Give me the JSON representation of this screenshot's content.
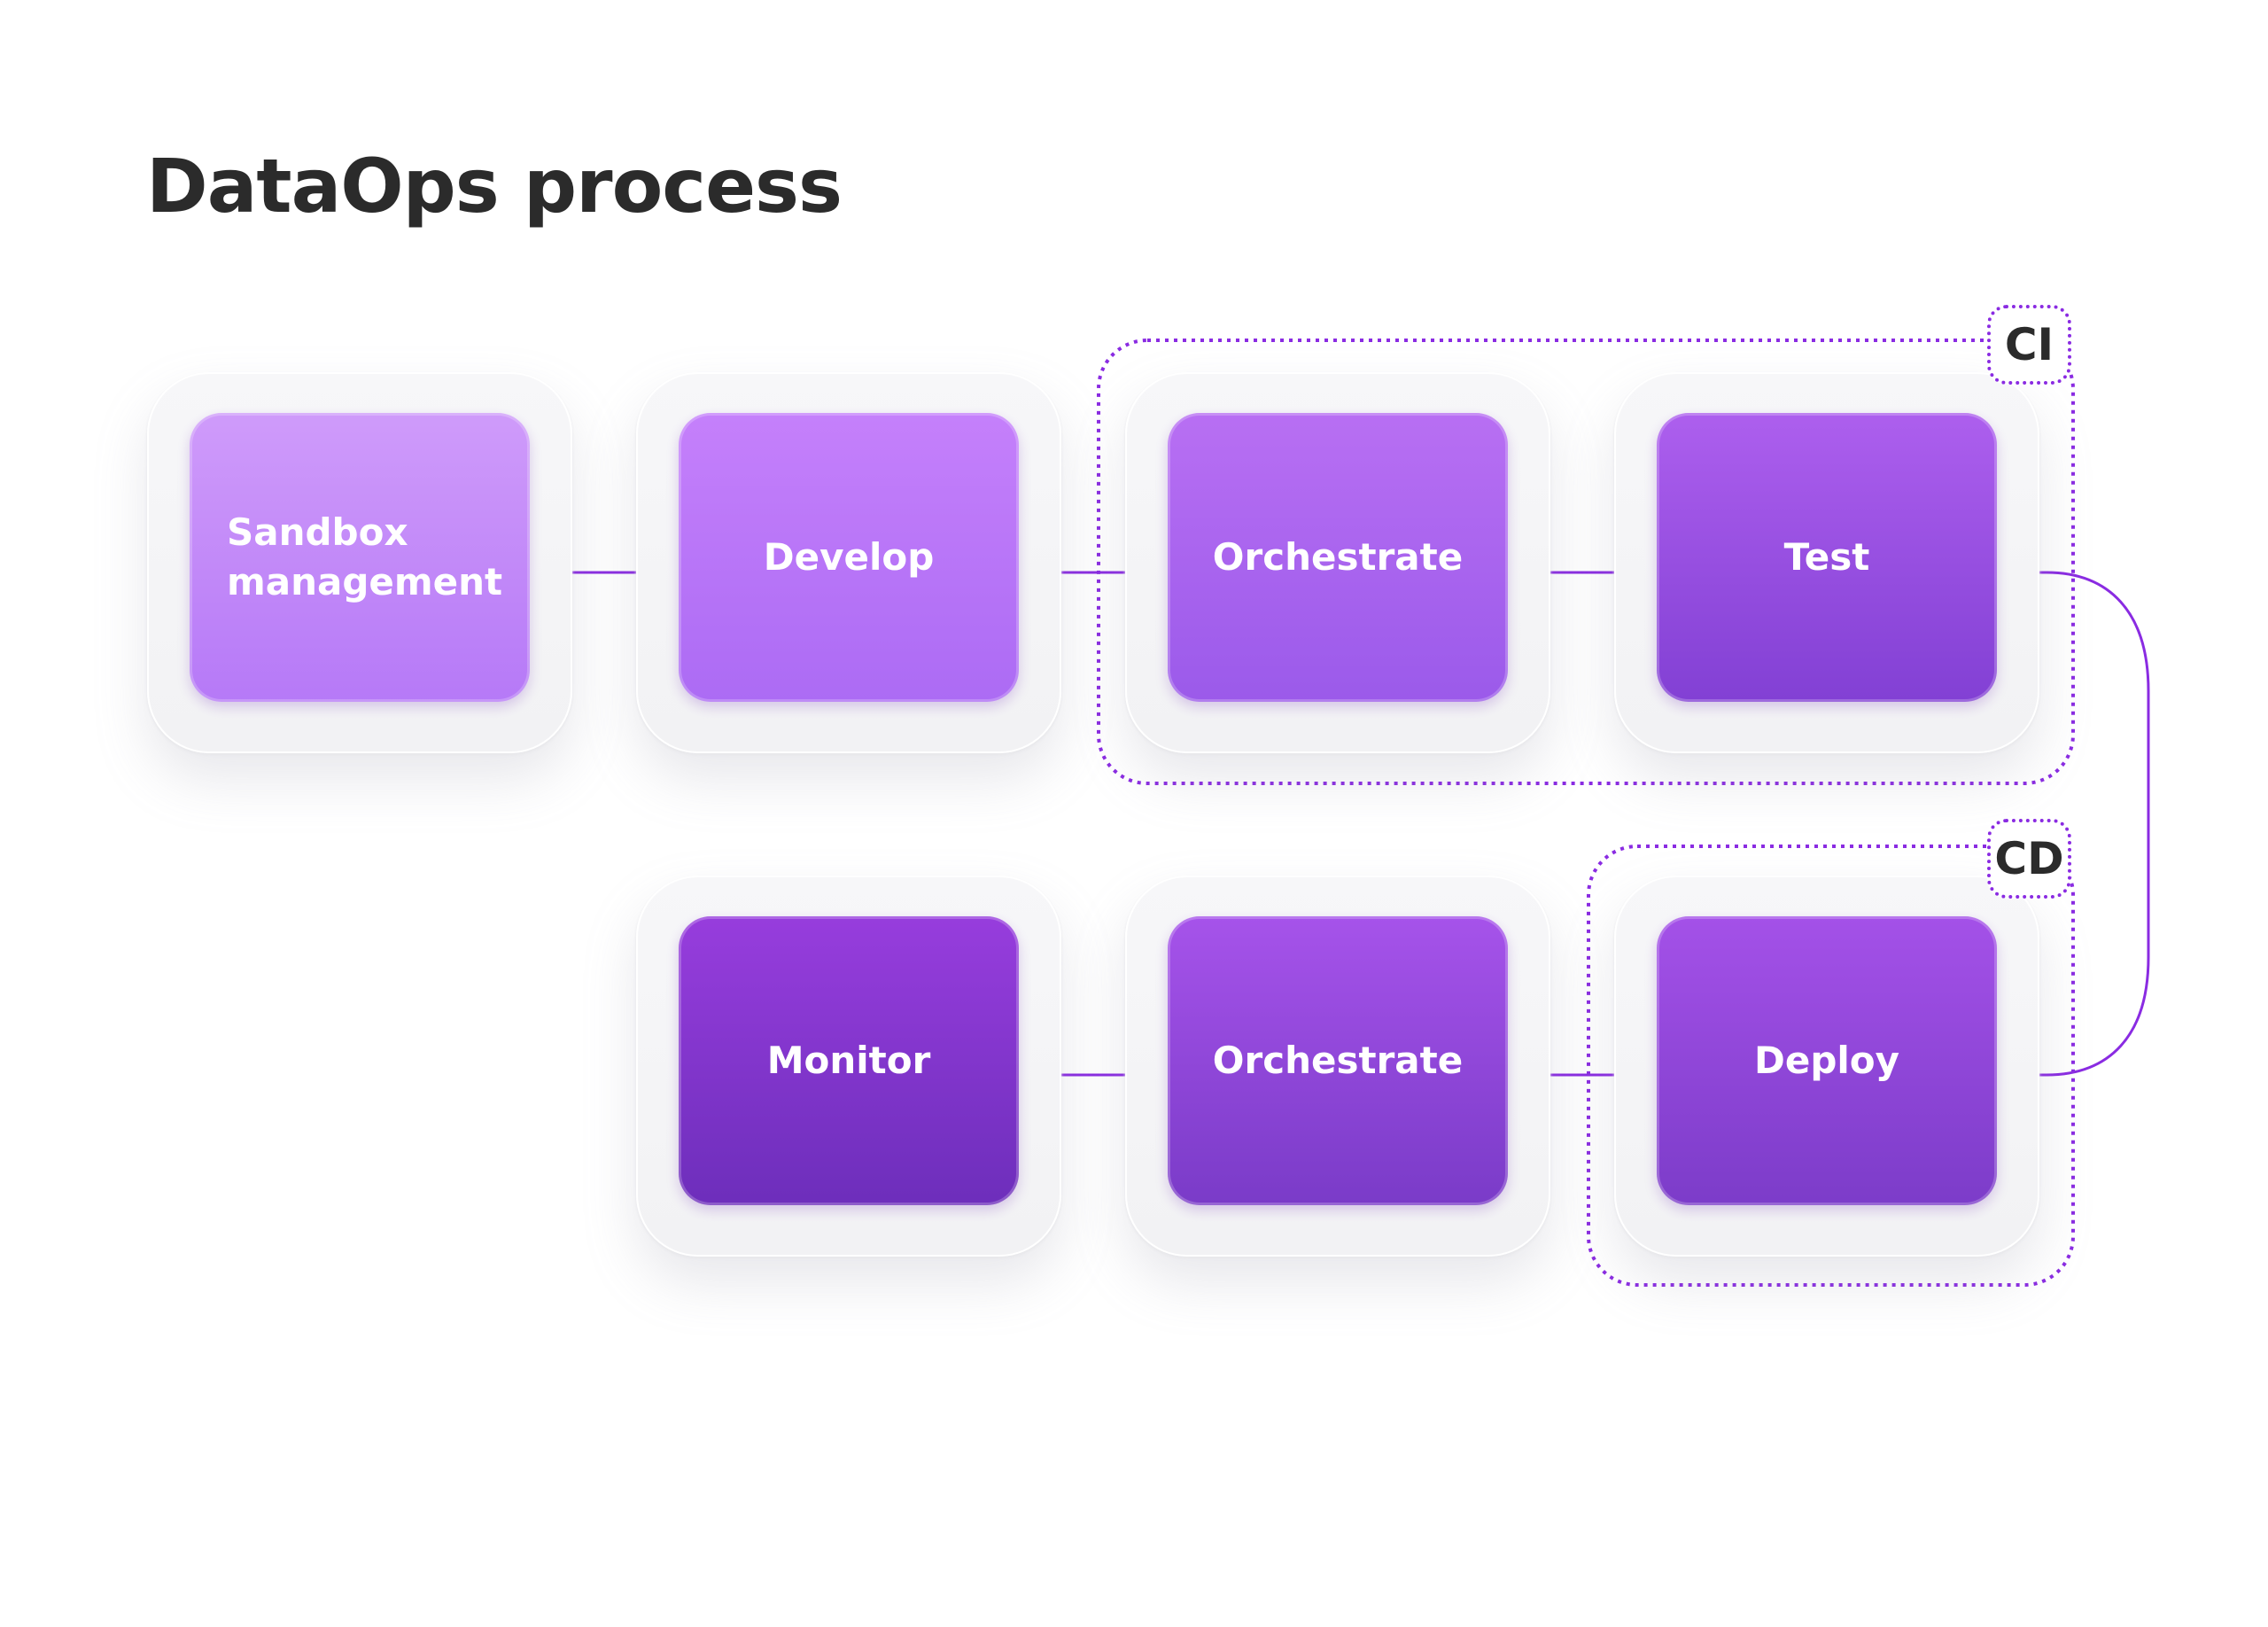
{
  "title": "DataOps process",
  "groups": {
    "ci_label": "CI",
    "cd_label": "CD"
  },
  "steps": [
    {
      "id": "sandbox",
      "label": "Sandbox management"
    },
    {
      "id": "develop",
      "label": "Develop"
    },
    {
      "id": "orchestrate-1",
      "label": "Orchestrate"
    },
    {
      "id": "test",
      "label": "Test"
    },
    {
      "id": "deploy",
      "label": "Deploy"
    },
    {
      "id": "orchestrate-2",
      "label": "Orchestrate"
    },
    {
      "id": "monitor",
      "label": "Monitor"
    }
  ],
  "colors": {
    "accent": "#8a2be2",
    "title": "#2b2b2b",
    "label": "#ffffff"
  }
}
